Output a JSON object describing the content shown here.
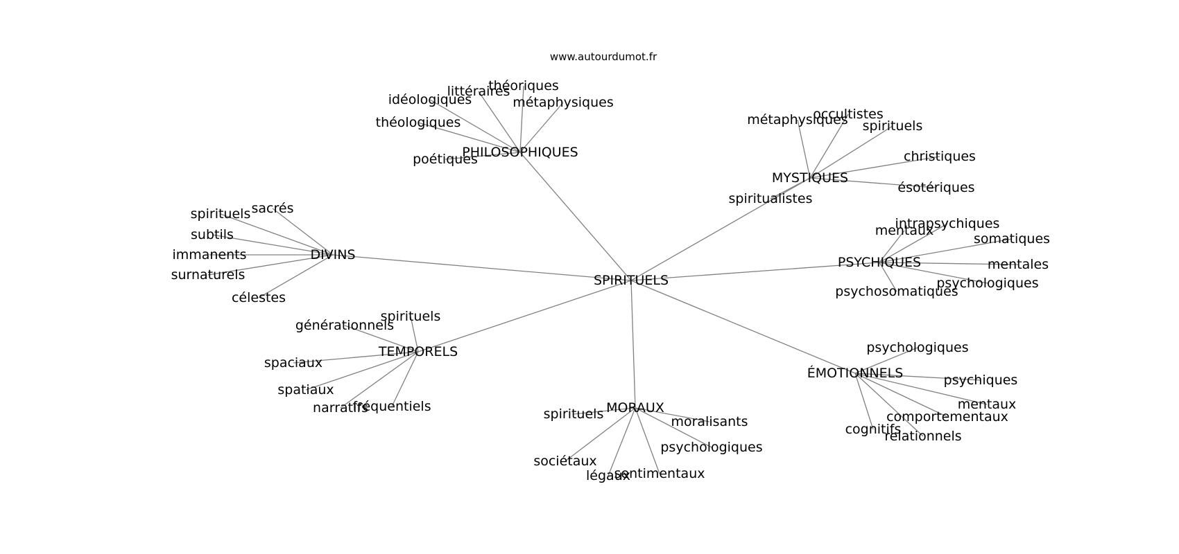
{
  "source": "www.autourdumot.fr",
  "colors": {
    "edge": "#808080",
    "text": "#000000",
    "background": "#ffffff"
  },
  "root": "SPIRITUELS",
  "groups": [
    {
      "key": "philosophiques",
      "label": "PHILOSOPHIQUES",
      "leaves": [
        "théoriques",
        "littéraires",
        "idéologiques",
        "métaphysiques",
        "théologiques",
        "poétiques"
      ]
    },
    {
      "key": "mystiques",
      "label": "MYSTIQUES",
      "leaves": [
        "occultistes",
        "métaphysiques",
        "spirituels",
        "christiques",
        "ésotériques",
        "spiritualistes"
      ]
    },
    {
      "key": "divins",
      "label": "DIVINS",
      "leaves": [
        "sacrés",
        "spirituels",
        "subtils",
        "immanents",
        "surnaturels",
        "célestes"
      ]
    },
    {
      "key": "psychiques",
      "label": "PSYCHIQUES",
      "leaves": [
        "intrapsychiques",
        "mentaux",
        "somatiques",
        "mentales",
        "psychologiques",
        "psychosomatiques"
      ]
    },
    {
      "key": "temporels",
      "label": "TEMPORELS",
      "leaves": [
        "spirituels",
        "générationnels",
        "spaciaux",
        "spatiaux",
        "narratifs",
        "fréquentiels"
      ]
    },
    {
      "key": "emotionnels",
      "label": "ÉMOTIONNELS",
      "leaves": [
        "psychologiques",
        "psychiques",
        "mentaux",
        "comportementaux",
        "cognitifs",
        "relationnels"
      ]
    },
    {
      "key": "moraux",
      "label": "MORAUX",
      "leaves": [
        "spirituels",
        "moralisants",
        "psychologiques",
        "sociétaux",
        "légaux",
        "sentimentaux"
      ]
    }
  ]
}
